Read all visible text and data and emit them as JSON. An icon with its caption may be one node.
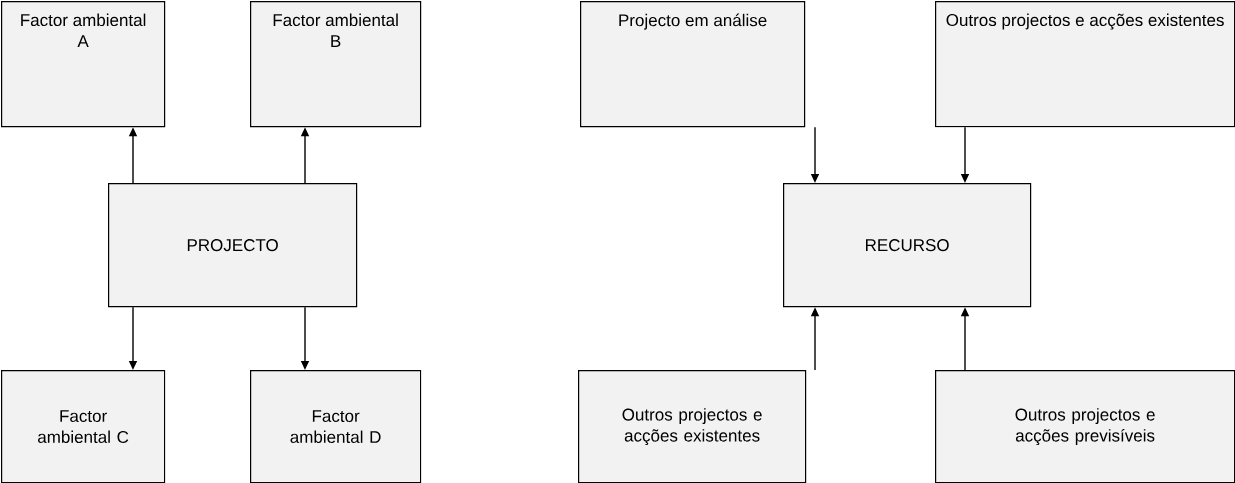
{
  "diagram": {
    "nodes": [
      {
        "text": [
          "Factor ambiental A"
        ]
      },
      {
        "text": [
          "Factor ambiental B"
        ]
      },
      {
        "text": [
          "PROJECTO"
        ]
      },
      {
        "text": [
          "Factor ambiental C"
        ]
      },
      {
        "text": [
          "Factor ambiental D"
        ]
      },
      {
        "text": [
          "Projecto em análise"
        ]
      },
      {
        "text": [
          "Outros projectos e acções existentes"
        ]
      },
      {
        "text": [
          "RECURSO"
        ]
      },
      {
        "text": [
          "Outros projectos e acções existentes"
        ]
      },
      {
        "text": [
          "Outros projectos e acções previsíveis"
        ]
      }
    ],
    "edges": [
      {
        "from": 2,
        "to": 0,
        "arrow": "to"
      },
      {
        "from": 2,
        "to": 1,
        "arrow": "to"
      },
      {
        "from": 2,
        "to": 3,
        "arrow": "to"
      },
      {
        "from": 2,
        "to": 4,
        "arrow": "to"
      },
      {
        "from": 5,
        "to": 7,
        "arrow": "to"
      },
      {
        "from": 6,
        "to": 7,
        "arrow": "to"
      },
      {
        "from": 8,
        "to": 7,
        "arrow": "to"
      },
      {
        "from": 9,
        "to": 7,
        "arrow": "to"
      }
    ]
  }
}
